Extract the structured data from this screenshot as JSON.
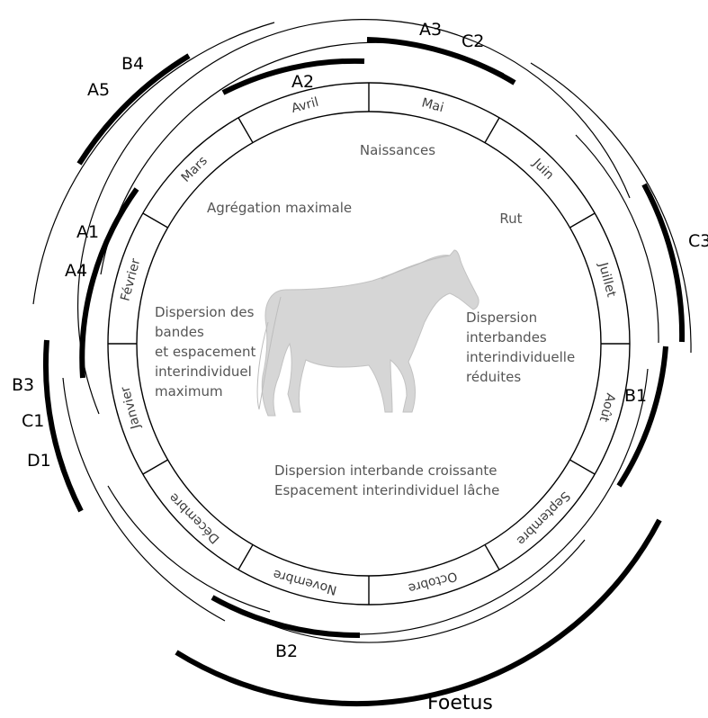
{
  "months": [
    "Janvier",
    "Février",
    "Mars",
    "Avril",
    "Mai",
    "Juin",
    "Juillet",
    "Août",
    "Septembre",
    "Octobre",
    "Novembre",
    "Décembre"
  ],
  "phases": {
    "naissances": "Naissances",
    "rut": "Rut",
    "agregation": "Agrégation maximale",
    "dispersion_bandes": [
      "Dispersion des",
      "bandes",
      "et espacement",
      "interindividuel",
      "maximum"
    ],
    "dispersion_interbandes": [
      "Dispersion",
      "interbandes",
      "interindividuelle",
      "réduites"
    ],
    "dispersion_croissante": [
      "Dispersion interbande croissante",
      "Espacement interindividuel lâche"
    ]
  },
  "codes": {
    "a1": "A1",
    "a2": "A2",
    "a3": "A3",
    "a4": "A4",
    "a5": "A5",
    "b1": "B1",
    "b2": "B2",
    "b3": "B3",
    "b4": "B4",
    "c1": "C1",
    "c2": "C2",
    "c3": "C3",
    "d1": "D1"
  },
  "foetus": "Foetus",
  "horse_icon": "horse-silhouette"
}
